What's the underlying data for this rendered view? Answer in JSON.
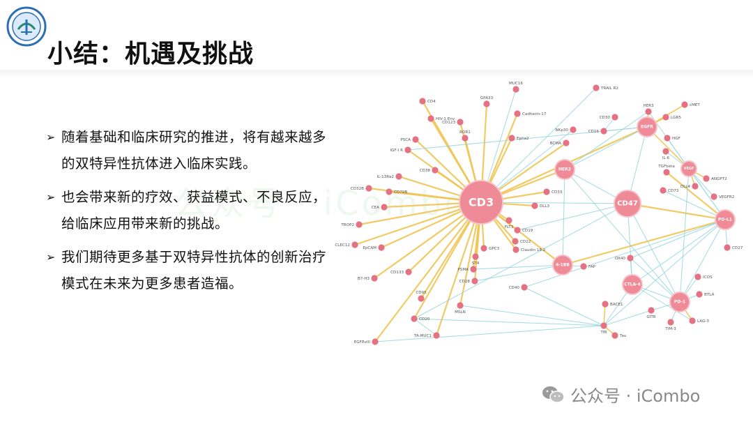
{
  "slide": {
    "title": "小结：机遇及挑战",
    "bullets": [
      {
        "marker": "➢",
        "text": "随着基础和临床研究的推进，将有越来越多的双特异性抗体进入临床实践。"
      },
      {
        "marker": "➢",
        "text": "也会带来新的疗效、获益模式、不良反应，给临床应用带来新的挑战。"
      },
      {
        "marker": "➢",
        "text": "我们期待更多基于双特异性抗体的创新治疗模式在未来为更多患者造福。"
      }
    ],
    "watermark": "公众号 · iCombo",
    "footer": "公众号 · iCombo"
  },
  "colors": {
    "node": "#e57283",
    "hub": "#ef8a97",
    "hub_label": "#ffffff",
    "label": "#555555",
    "edge_gold": "#f0c453",
    "edge_blue": "#8fd3dd"
  },
  "network": {
    "nodes": [
      {
        "id": "CD3",
        "hub": true,
        "size": "xl"
      },
      {
        "id": "CD47",
        "hub": true,
        "size": "l"
      },
      {
        "id": "PD-L1",
        "hub": true,
        "size": "m"
      },
      {
        "id": "PD-1",
        "hub": true,
        "size": "m"
      },
      {
        "id": "CTLA-4",
        "hub": true,
        "size": "m"
      },
      {
        "id": "4-1BB",
        "hub": true,
        "size": "m"
      },
      {
        "id": "HER2",
        "hub": true,
        "size": "m"
      },
      {
        "id": "EGFR",
        "hub": true,
        "size": "m"
      },
      {
        "id": "VEGF",
        "hub": true,
        "size": "s"
      },
      {
        "id": "CD4"
      },
      {
        "id": "HIV-1 Env"
      },
      {
        "id": "GPA33"
      },
      {
        "id": "MUC16"
      },
      {
        "id": "TRAIL R2"
      },
      {
        "id": "Cadherin-17"
      },
      {
        "id": "CD123"
      },
      {
        "id": "ROR1"
      },
      {
        "id": "CD30"
      },
      {
        "id": "HER3"
      },
      {
        "id": "cMET"
      },
      {
        "id": "LGR5"
      },
      {
        "id": "NKp30"
      },
      {
        "id": "CD16"
      },
      {
        "id": "HGF"
      },
      {
        "id": "PSCA"
      },
      {
        "id": "IGF-I R"
      },
      {
        "id": "Epha2"
      },
      {
        "id": "BCMA"
      },
      {
        "id": "IL-6"
      },
      {
        "id": "CD38"
      },
      {
        "id": "IL-13Ra2"
      },
      {
        "id": "TGFbeta"
      },
      {
        "id": "ANGPT2"
      },
      {
        "id": "CD32B"
      },
      {
        "id": "CD79B"
      },
      {
        "id": "CD33"
      },
      {
        "id": "CD73"
      },
      {
        "id": "DLL4"
      },
      {
        "id": "CEA"
      },
      {
        "id": "DLL3"
      },
      {
        "id": "VEGFR2"
      },
      {
        "id": "TROP2"
      },
      {
        "id": "FLT3"
      },
      {
        "id": "CD19"
      },
      {
        "id": "CLEC12"
      },
      {
        "id": "CD22"
      },
      {
        "id": "EpCAM"
      },
      {
        "id": "GPC3"
      },
      {
        "id": "Claudin 18.2"
      },
      {
        "id": "CD27"
      },
      {
        "id": "ST4"
      },
      {
        "id": "OX40"
      },
      {
        "id": "FAP"
      },
      {
        "id": "PSMA"
      },
      {
        "id": "CD133"
      },
      {
        "id": "B7-H3"
      },
      {
        "id": "CD28"
      },
      {
        "id": "ICOS"
      },
      {
        "id": "CD40"
      },
      {
        "id": "BTLA"
      },
      {
        "id": "CD95"
      },
      {
        "id": "BACE1"
      },
      {
        "id": "MSLN"
      },
      {
        "id": "GITR"
      },
      {
        "id": "LAG-3"
      },
      {
        "id": "CD20"
      },
      {
        "id": "TIM-3"
      },
      {
        "id": "TA-MUC1"
      },
      {
        "id": "TfR"
      },
      {
        "id": "Tau"
      },
      {
        "id": "EGFRvIII"
      }
    ],
    "edges": [
      {
        "a": "CD3",
        "b": "CD4",
        "c": "gold"
      },
      {
        "a": "CD3",
        "b": "HIV-1 Env",
        "c": "gold"
      },
      {
        "a": "CD3",
        "b": "GPA33",
        "c": "gold"
      },
      {
        "a": "CD3",
        "b": "MUC16",
        "c": "blue"
      },
      {
        "a": "CD3",
        "b": "CD123",
        "c": "gold"
      },
      {
        "a": "CD3",
        "b": "ROR1",
        "c": "gold"
      },
      {
        "a": "CD3",
        "b": "PSCA",
        "c": "gold"
      },
      {
        "a": "CD3",
        "b": "IGF-I R",
        "c": "gold"
      },
      {
        "a": "CD3",
        "b": "CD38",
        "c": "gold"
      },
      {
        "a": "CD3",
        "b": "IL-13Ra2",
        "c": "gold"
      },
      {
        "a": "CD3",
        "b": "CD32B",
        "c": "gold"
      },
      {
        "a": "CD3",
        "b": "CD79B",
        "c": "gold"
      },
      {
        "a": "CD3",
        "b": "CEA",
        "c": "gold"
      },
      {
        "a": "CD3",
        "b": "TROP2",
        "c": "gold"
      },
      {
        "a": "CD3",
        "b": "CLEC12",
        "c": "gold"
      },
      {
        "a": "CD3",
        "b": "EpCAM",
        "c": "gold"
      },
      {
        "a": "CD3",
        "b": "B7-H3",
        "c": "gold"
      },
      {
        "a": "CD3",
        "b": "CD133",
        "c": "gold"
      },
      {
        "a": "CD3",
        "b": "PSMA",
        "c": "gold"
      },
      {
        "a": "CD3",
        "b": "ST4",
        "c": "gold"
      },
      {
        "a": "CD3",
        "b": "GPC3",
        "c": "gold"
      },
      {
        "a": "CD3",
        "b": "CD19",
        "c": "gold"
      },
      {
        "a": "CD3",
        "b": "CD22",
        "c": "gold"
      },
      {
        "a": "CD3",
        "b": "Claudin 18.2",
        "c": "gold"
      },
      {
        "a": "CD3",
        "b": "FLT3",
        "c": "gold"
      },
      {
        "a": "CD3",
        "b": "DLL3",
        "c": "gold"
      },
      {
        "a": "CD3",
        "b": "CD33",
        "c": "gold"
      },
      {
        "a": "CD3",
        "b": "HER2",
        "c": "gold"
      },
      {
        "a": "CD3",
        "b": "BCMA",
        "c": "gold"
      },
      {
        "a": "CD3",
        "b": "Epha2",
        "c": "gold"
      },
      {
        "a": "CD3",
        "b": "Cadherin-17",
        "c": "gold"
      },
      {
        "a": "CD3",
        "b": "TRAIL R2",
        "c": "blue"
      },
      {
        "a": "CD3",
        "b": "EGFR",
        "c": "gold"
      },
      {
        "a": "CD3",
        "b": "CD20",
        "c": "gold"
      },
      {
        "a": "CD3",
        "b": "EGFRvIII",
        "c": "gold"
      },
      {
        "a": "CD3",
        "b": "CD95",
        "c": "gold"
      },
      {
        "a": "CD3",
        "b": "MSLN",
        "c": "gold"
      },
      {
        "a": "CD3",
        "b": "4-1BB",
        "c": "gold"
      },
      {
        "a": "CD3",
        "b": "CD28",
        "c": "gold"
      },
      {
        "a": "CD3",
        "b": "CD47",
        "c": "blue"
      },
      {
        "a": "CD3",
        "b": "TA-MUC1",
        "c": "gold"
      },
      {
        "a": "CD47",
        "b": "PD-L1",
        "c": "gold"
      },
      {
        "a": "CD47",
        "b": "CD20",
        "c": "blue"
      },
      {
        "a": "CD47",
        "b": "CD19",
        "c": "blue"
      },
      {
        "a": "CD47",
        "b": "HER2",
        "c": "blue"
      },
      {
        "a": "CD47",
        "b": "EGFR",
        "c": "blue"
      },
      {
        "a": "CD47",
        "b": "CTLA-4",
        "c": "blue"
      },
      {
        "a": "CD47",
        "b": "PD-1",
        "c": "blue"
      },
      {
        "a": "PD-L1",
        "b": "4-1BB",
        "c": "gold"
      },
      {
        "a": "PD-L1",
        "b": "CTLA-4",
        "c": "blue"
      },
      {
        "a": "PD-L1",
        "b": "VEGF",
        "c": "blue"
      },
      {
        "a": "PD-L1",
        "b": "TGFbeta",
        "c": "gold"
      },
      {
        "a": "PD-L1",
        "b": "CD27",
        "c": "blue"
      },
      {
        "a": "PD-L1",
        "b": "OX40",
        "c": "blue"
      },
      {
        "a": "PD-L1",
        "b": "HER3",
        "c": "blue"
      },
      {
        "a": "PD-L1",
        "b": "CD73",
        "c": "blue"
      },
      {
        "a": "PD-L1",
        "b": "PD-1",
        "c": "blue"
      },
      {
        "a": "PD-L1",
        "b": "CD40",
        "c": "blue"
      },
      {
        "a": "PD-1",
        "b": "CTLA-4",
        "c": "blue"
      },
      {
        "a": "PD-1",
        "b": "LAG-3",
        "c": "gold"
      },
      {
        "a": "PD-1",
        "b": "TIM-3",
        "c": "blue"
      },
      {
        "a": "PD-1",
        "b": "ICOS",
        "c": "blue"
      },
      {
        "a": "PD-1",
        "b": "BTLA",
        "c": "blue"
      },
      {
        "a": "PD-1",
        "b": "GITR",
        "c": "blue"
      },
      {
        "a": "PD-1",
        "b": "VEGF",
        "c": "blue"
      },
      {
        "a": "PD-1",
        "b": "OX40",
        "c": "blue"
      },
      {
        "a": "PD-1",
        "b": "HER2",
        "c": "blue"
      },
      {
        "a": "CTLA-4",
        "b": "OX40",
        "c": "blue"
      },
      {
        "a": "CTLA-4",
        "b": "LAG-3",
        "c": "blue"
      },
      {
        "a": "4-1BB",
        "b": "FAP",
        "c": "blue"
      },
      {
        "a": "4-1BB",
        "b": "HER2",
        "c": "blue"
      },
      {
        "a": "4-1BB",
        "b": "PSMA",
        "c": "blue"
      },
      {
        "a": "4-1BB",
        "b": "CD28",
        "c": "blue"
      },
      {
        "a": "HER2",
        "b": "HER3",
        "c": "blue"
      },
      {
        "a": "HER2",
        "b": "EGFR",
        "c": "blue"
      },
      {
        "a": "EGFR",
        "b": "HER3",
        "c": "gold"
      },
      {
        "a": "EGFR",
        "b": "cMET",
        "c": "gold"
      },
      {
        "a": "EGFR",
        "b": "LGR5",
        "c": "gold"
      },
      {
        "a": "EGFR",
        "b": "IGF-I R",
        "c": "blue"
      },
      {
        "a": "EGFR",
        "b": "VEGF",
        "c": "gold"
      },
      {
        "a": "EGFR",
        "b": "CD16",
        "c": "blue"
      },
      {
        "a": "VEGF",
        "b": "ANGPT2",
        "c": "gold"
      },
      {
        "a": "VEGF",
        "b": "DLL4",
        "c": "gold"
      },
      {
        "a": "VEGF",
        "b": "IL-6",
        "c": "blue"
      },
      {
        "a": "VEGF",
        "b": "HGF",
        "c": "blue"
      },
      {
        "a": "VEGF",
        "b": "VEGFR2",
        "c": "blue"
      },
      {
        "a": "TfR",
        "b": "BACE1",
        "c": "gold"
      },
      {
        "a": "TfR",
        "b": "Tau",
        "c": "gold"
      },
      {
        "a": "TfR",
        "b": "EGFRvIII",
        "c": "blue"
      },
      {
        "a": "TfR",
        "b": "CD20",
        "c": "blue"
      },
      {
        "a": "TfR",
        "b": "MSLN",
        "c": "blue"
      },
      {
        "a": "TfR",
        "b": "PD-L1",
        "c": "blue"
      },
      {
        "a": "TfR",
        "b": "CTLA-4",
        "c": "blue"
      },
      {
        "a": "TfR",
        "b": "CD40",
        "c": "blue"
      },
      {
        "a": "NKp30",
        "b": "CD3",
        "c": "blue"
      },
      {
        "a": "CD30",
        "b": "CD16",
        "c": "blue"
      },
      {
        "a": "TA-MUC1",
        "b": "CD20",
        "c": "blue"
      },
      {
        "a": "GITR",
        "b": "TfR",
        "c": "blue"
      }
    ]
  }
}
